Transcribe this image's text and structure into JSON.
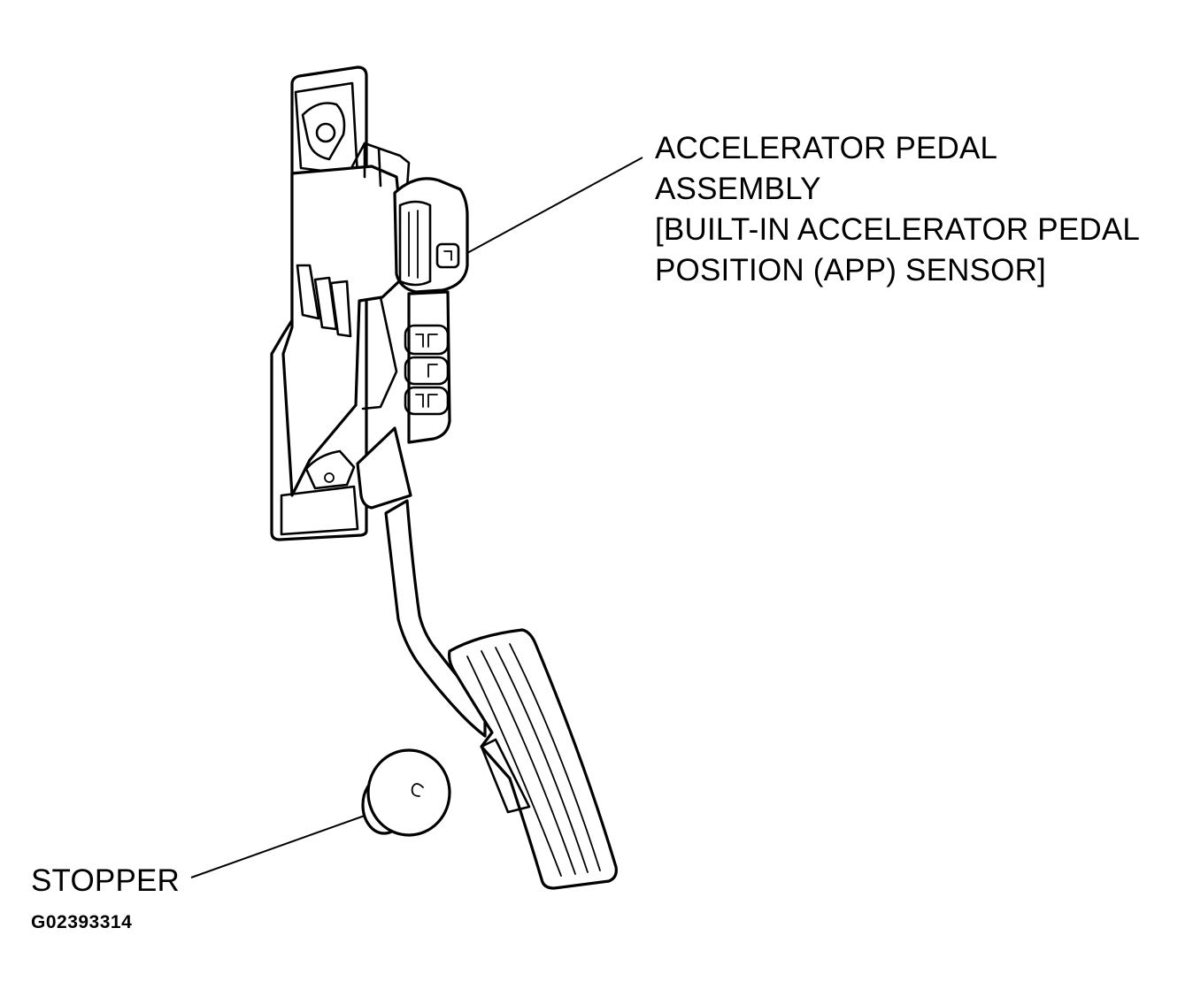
{
  "labels": {
    "assembly": {
      "line1": "ACCELERATOR PEDAL",
      "line2": "ASSEMBLY",
      "line3": "[BUILT-IN ACCELERATOR PEDAL",
      "line4": "POSITION (APP) SENSOR]"
    },
    "stopper": "STOPPER",
    "figure_id": "G02393314"
  },
  "colors": {
    "ink": "#000000",
    "paper": "#ffffff"
  }
}
